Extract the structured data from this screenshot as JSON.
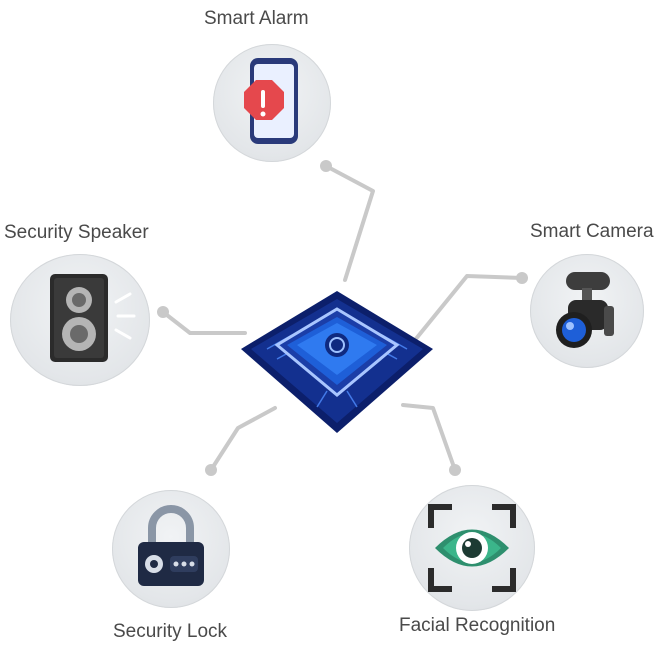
{
  "nodes": {
    "smart_alarm": {
      "label": "Smart Alarm",
      "icon": "phone-alert-icon"
    },
    "security_speaker": {
      "label": "Security Speaker",
      "icon": "speaker-icon"
    },
    "smart_camera": {
      "label": "Smart Camera",
      "icon": "camera-icon"
    },
    "security_lock": {
      "label": "Security Lock",
      "icon": "padlock-icon"
    },
    "facial_recognition": {
      "label": "Facial Recognition",
      "icon": "eye-scan-icon"
    }
  },
  "hub": {
    "icon": "chip-icon"
  },
  "colors": {
    "connector": "#c9c9c9",
    "chip_blue": "#1e5fd8",
    "chip_dark": "#0c1f6b",
    "alert_red": "#e5484d",
    "eye_green": "#3bb58a"
  }
}
